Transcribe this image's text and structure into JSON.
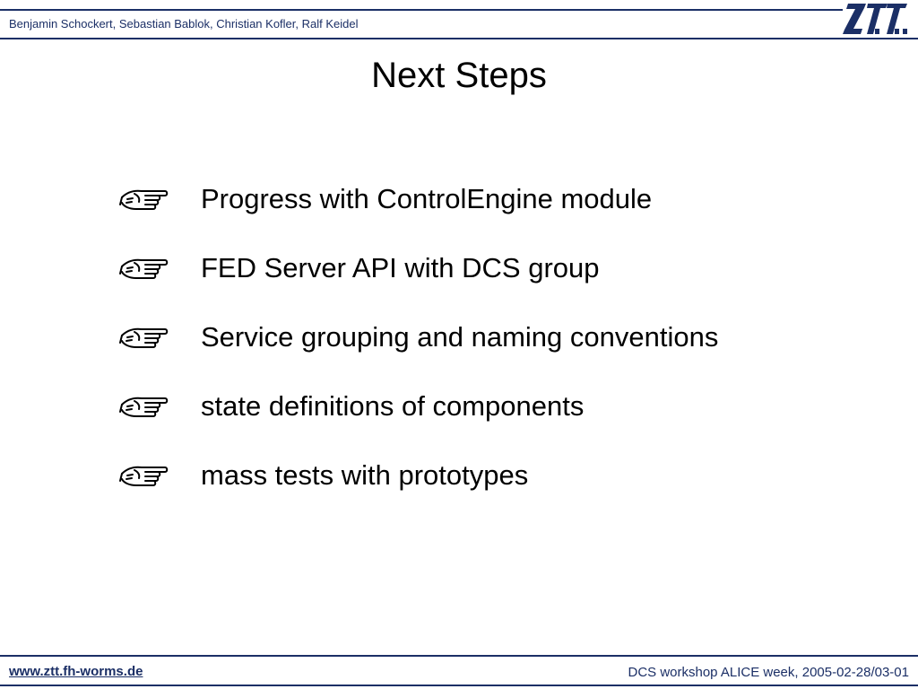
{
  "header": {
    "authors": "Benjamin Schockert, Sebastian Bablok, Christian Kofler, Ralf Keidel",
    "logo_text": "ZTT",
    "logo_icon": "ztt-logo",
    "brand_color": "#1b2f66"
  },
  "slide": {
    "title": "Next Steps",
    "bullet_icon": "pointing-hand-icon",
    "bullets": [
      {
        "text": "Progress with ControlEngine module"
      },
      {
        "text": "FED Server API with DCS group"
      },
      {
        "text": "Service grouping and naming conventions"
      },
      {
        "text": "state definitions of components"
      },
      {
        "text": "mass tests with prototypes"
      }
    ]
  },
  "footer": {
    "link": "www.ztt.fh-worms.de",
    "event": "DCS workshop ALICE week, 2005-02-28/03-01"
  }
}
